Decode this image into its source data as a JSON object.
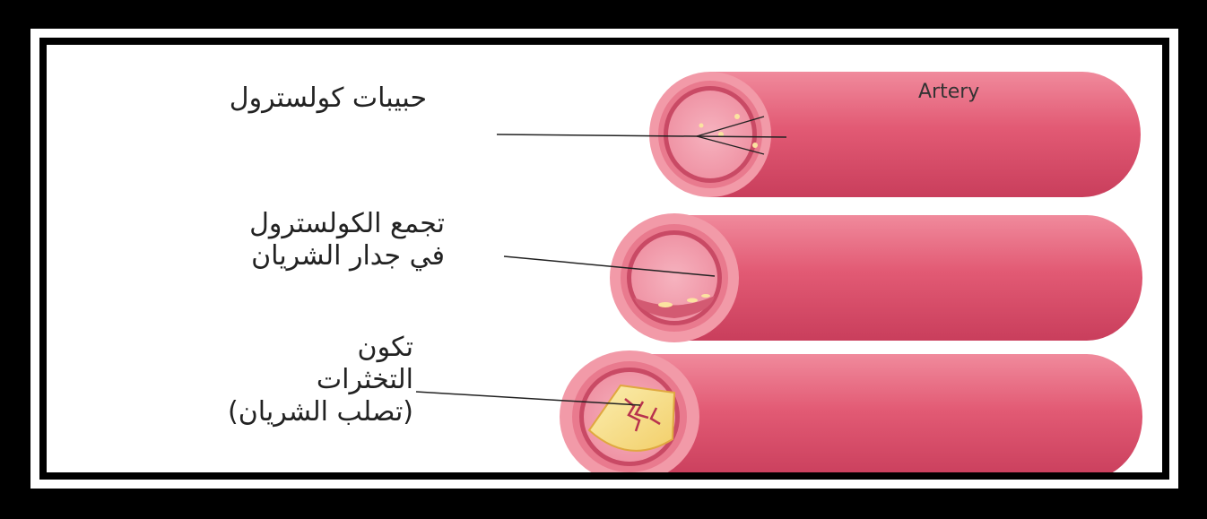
{
  "labels": {
    "cholesterol_particles": "حبيبات كولسترول",
    "accumulation_line1": "تجمع الكولسترول",
    "accumulation_line2": "في جدار الشريان",
    "clot_line1": "تكون",
    "clot_line2": "التخثرات",
    "clot_line3": "(تصلب الشريان)"
  },
  "artery_label": "Artery",
  "colors": {
    "artery_body": "#e0556e",
    "artery_ring": "#f08a98",
    "lumen": "#f2a0ae",
    "plaque": "#f7e08a",
    "frame": "#000000"
  }
}
